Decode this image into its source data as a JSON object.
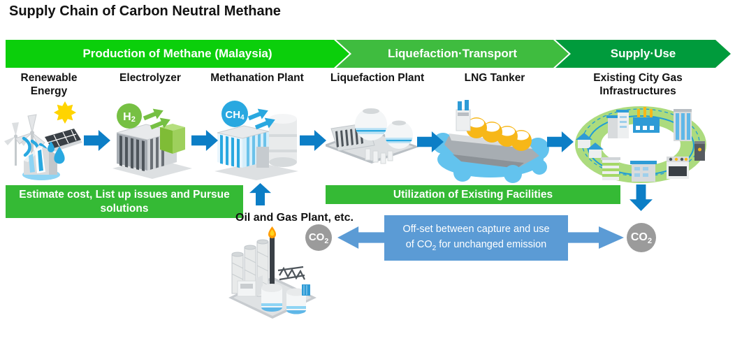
{
  "title": "Supply Chain of Carbon Neutral Methane",
  "banners": [
    {
      "label": "Production of Methane (Malaysia)",
      "color": "#0BCF0B"
    },
    {
      "label": "Liquefaction·Transport",
      "color": "#3FBC3F"
    },
    {
      "label": "Supply·Use",
      "color": "#009B3C"
    }
  ],
  "stages": [
    {
      "label": "Renewable Energy"
    },
    {
      "label": "Electrolyzer"
    },
    {
      "label": "Methanation Plant"
    },
    {
      "label": "Liquefaction Plant"
    },
    {
      "label": "LNG Tanker"
    },
    {
      "label": "Existing City Gas Infrastructures"
    }
  ],
  "badges": {
    "h2": {
      "base": "H",
      "sub": "2"
    },
    "ch4": {
      "base": "CH",
      "sub": "4"
    },
    "co2": {
      "base": "CO",
      "sub": "2"
    }
  },
  "notes": {
    "estimate": "Estimate cost, List up issues and Pursue solutions",
    "utilization": "Utilization of Existing Facilities",
    "oil_gas_label": "Oil and Gas Plant, etc.",
    "offset_line1": "Off-set between capture and use",
    "offset_line2_pre": "of CO",
    "offset_line2_sub": "2",
    "offset_line2_post": " for unchanged emission"
  },
  "colors": {
    "banner_production_green": "#0BCF0B",
    "banner_liquefaction_green": "#3FBC3F",
    "banner_supply_green": "#009B3C",
    "note_green": "#35BA35",
    "flow_arrow_blue": "#0C7EC6",
    "offset_blue": "#5B9BD5",
    "co2_gray": "#9B9B9B",
    "h2_green": "#76C043",
    "ch4_blue": "#29A8E0"
  }
}
